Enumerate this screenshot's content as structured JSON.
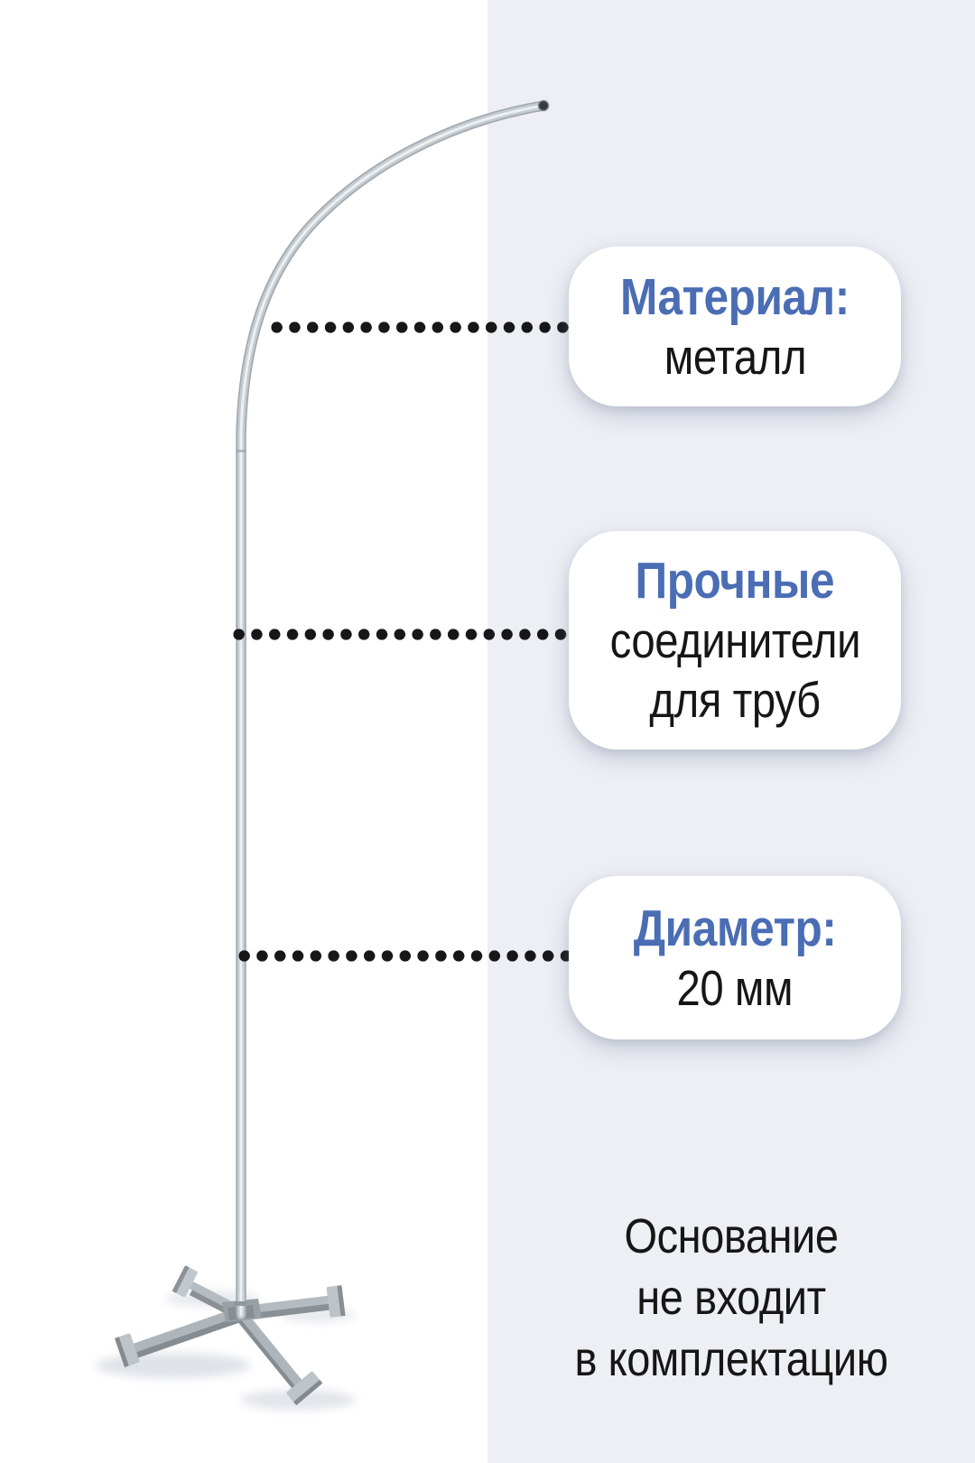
{
  "colors": {
    "accent_blue": "#4a6db4",
    "text_dark": "#161616",
    "panel_gray": "#edeff4",
    "panel_white": "#ffffff",
    "leader_dot": "#17171a",
    "metal_gray": "#a2aab0"
  },
  "callouts": [
    {
      "id": "material",
      "title": "Материал:",
      "lines": [
        "металл"
      ]
    },
    {
      "id": "connectors",
      "title": "Прочные",
      "lines": [
        "соединители",
        "для труб"
      ]
    },
    {
      "id": "diameter",
      "title": "Диаметр:",
      "lines": [
        "20 мм"
      ]
    }
  ],
  "footnote": {
    "lines": [
      "Основание",
      "не входит",
      "в комплектацию"
    ]
  },
  "illustration": {
    "parts": [
      "curved-flag-pole",
      "pole-tip-opening",
      "pipe-joint-seam",
      "cross-base-with-feet"
    ]
  }
}
